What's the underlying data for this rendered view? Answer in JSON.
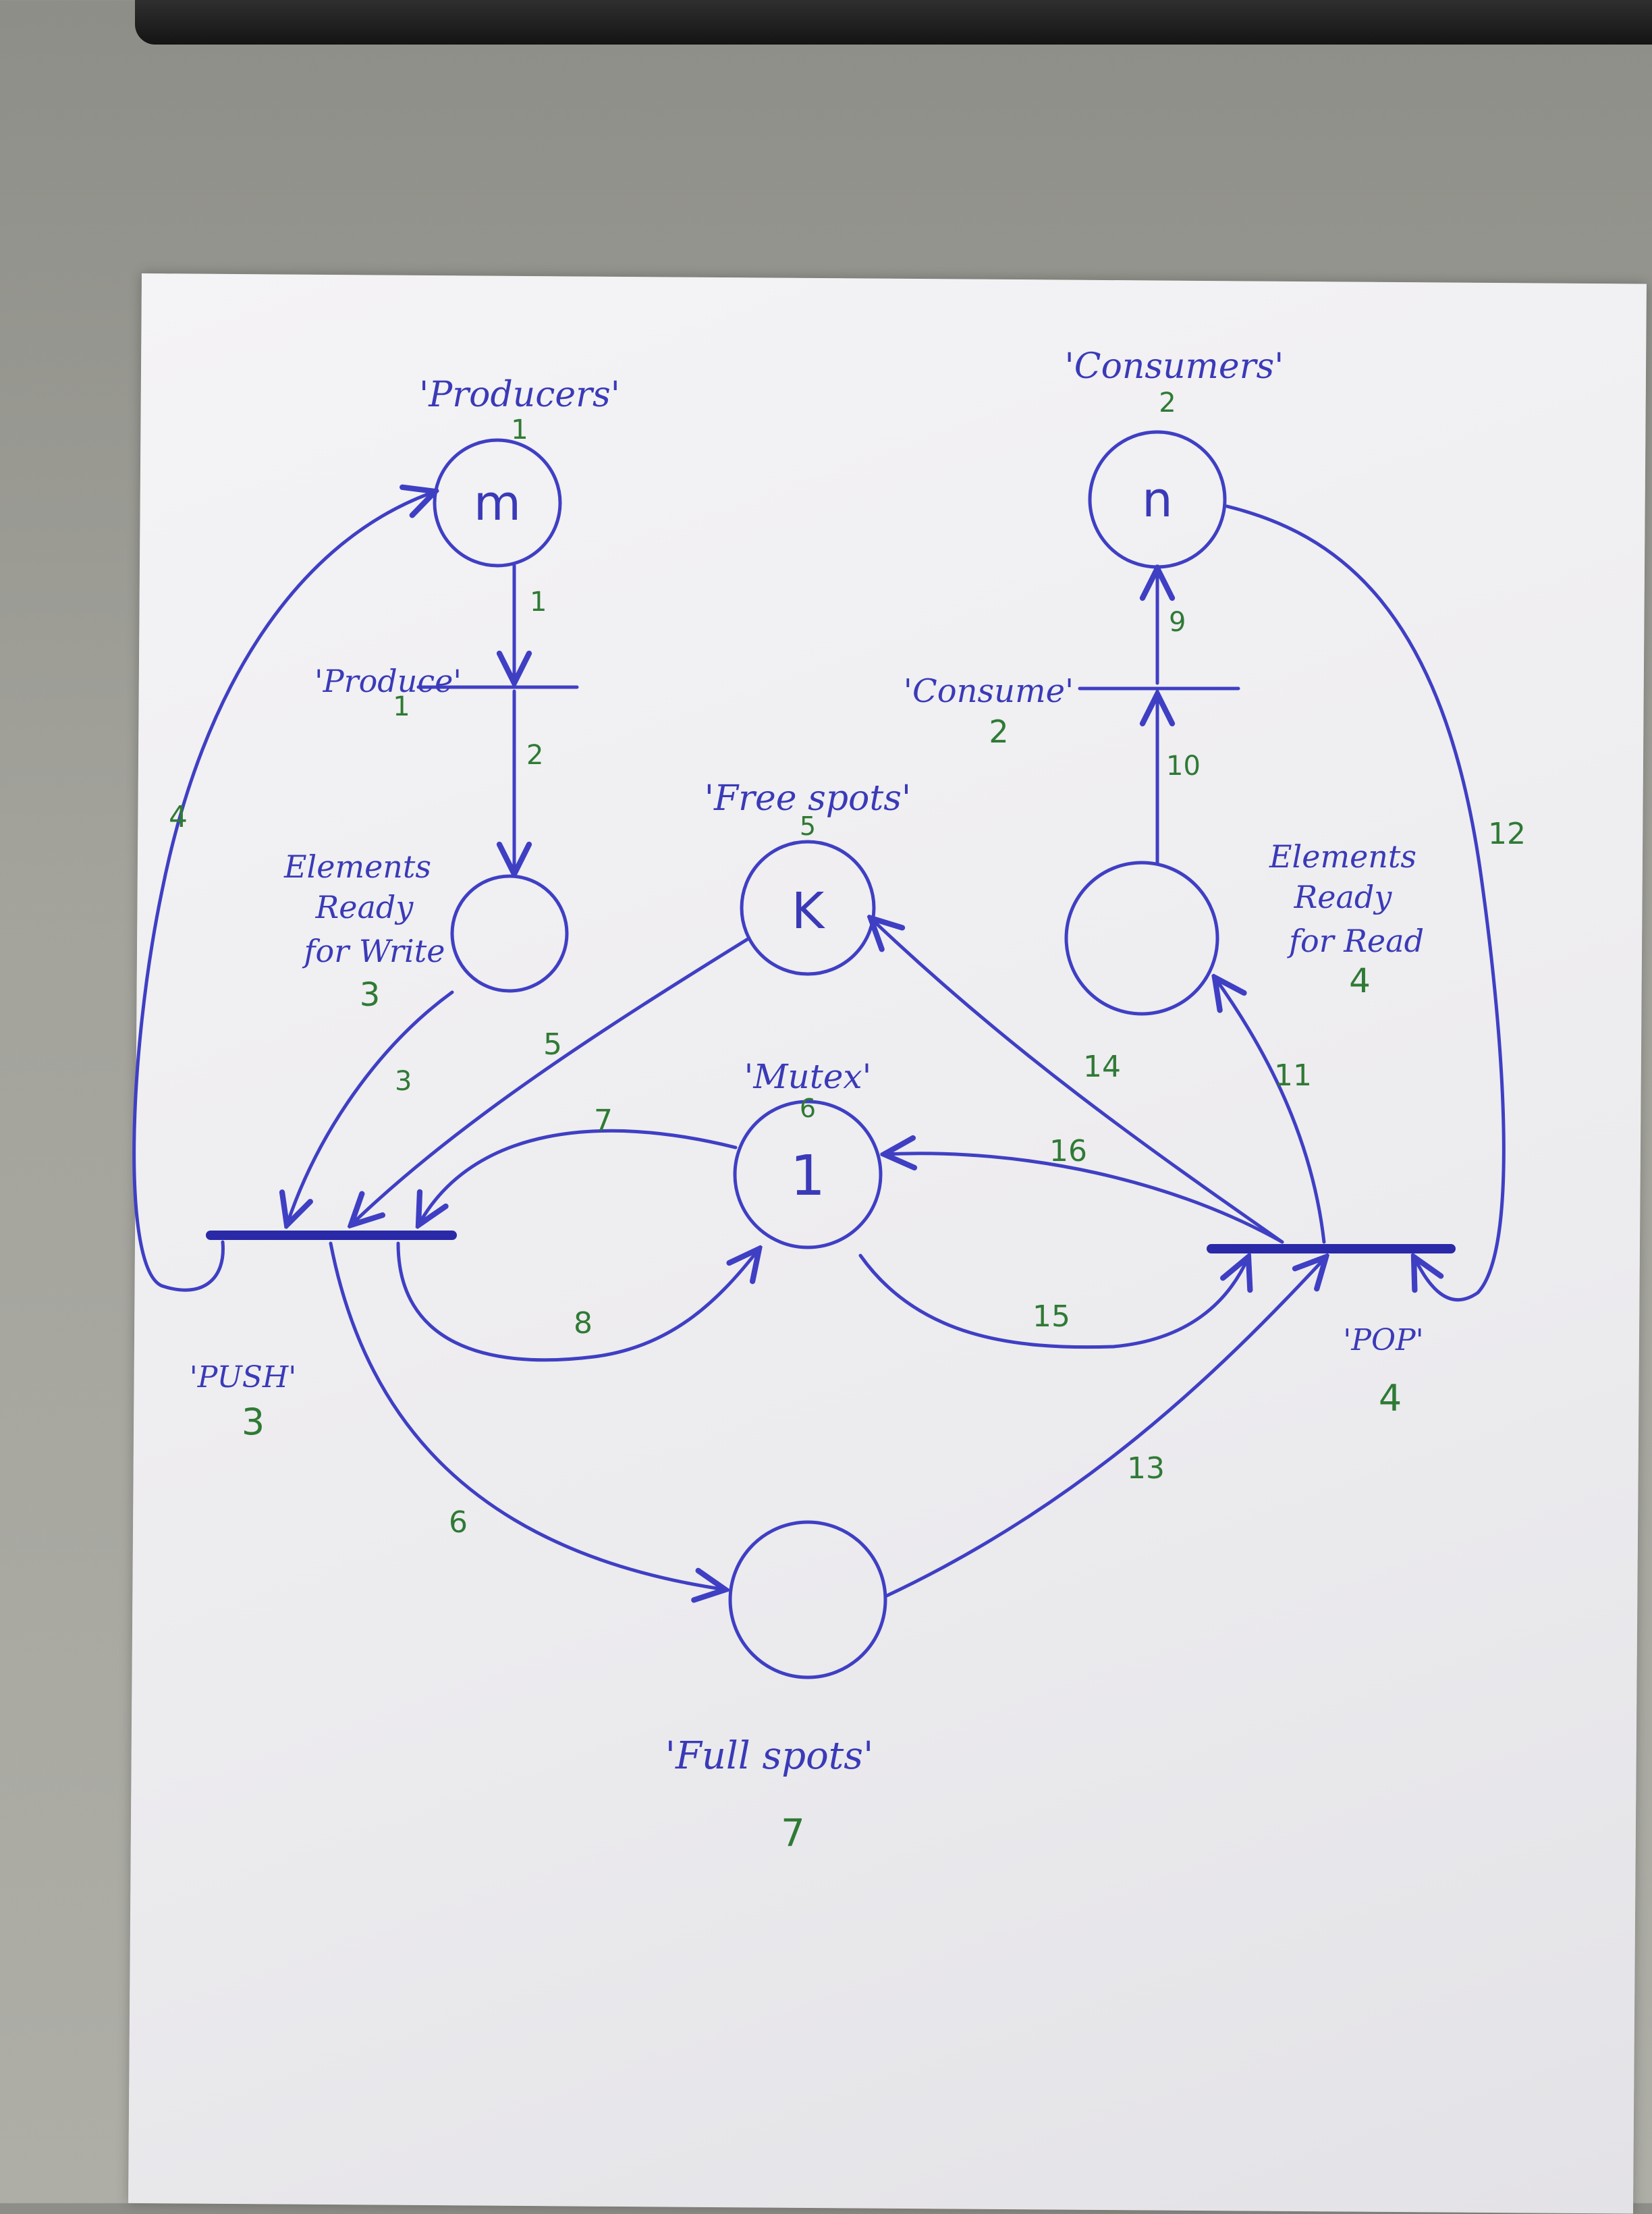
{
  "places": {
    "producers": {
      "label": "'Producers'",
      "id": "1",
      "tokens": "m"
    },
    "consumers": {
      "label": "'Consumers'",
      "id": "2",
      "tokens": "n"
    },
    "ready_write": {
      "label_lines": [
        "Elements",
        "Ready",
        "for Write"
      ],
      "id": "3"
    },
    "ready_read": {
      "label_lines": [
        "Elements",
        "Ready",
        "for Read"
      ],
      "id": "4"
    },
    "free_spots": {
      "label": "'Free spots'",
      "id": "5",
      "tokens": "K"
    },
    "mutex": {
      "label": "'Mutex'",
      "id": "6",
      "tokens": "1"
    },
    "full_spots": {
      "label": "'Full spots'",
      "id": "7"
    }
  },
  "transitions": {
    "produce": {
      "label": "'Produce'",
      "id": "1"
    },
    "consume": {
      "label": "'Consume'",
      "id": "2"
    },
    "push": {
      "label": "'PUSH'",
      "id": "3"
    },
    "pop": {
      "label": "'POP'",
      "id": "4"
    }
  },
  "arcs": [
    "1",
    "2",
    "3",
    "4",
    "5",
    "6",
    "7",
    "8",
    "9",
    "10",
    "11",
    "12",
    "13",
    "14",
    "15",
    "16"
  ],
  "colors": {
    "ink_blue": "#3f3fc4",
    "ink_green": "#2f7a35",
    "paper": "#eeedf0"
  }
}
